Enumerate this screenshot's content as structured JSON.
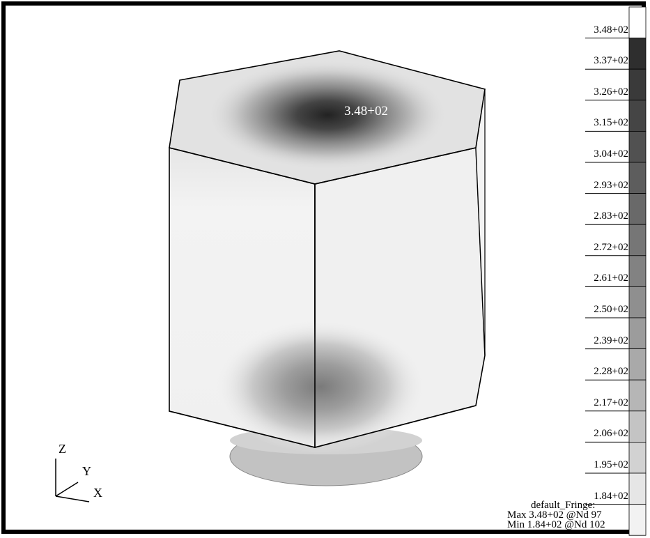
{
  "fringe": {
    "levels": [
      "3.48+02",
      "3.37+02",
      "3.26+02",
      "3.15+02",
      "3.04+02",
      "2.93+02",
      "2.83+02",
      "2.72+02",
      "2.61+02",
      "2.50+02",
      "2.39+02",
      "2.28+02",
      "2.17+02",
      "2.06+02",
      "1.95+02",
      "1.84+02"
    ],
    "colors": [
      "#ffffff",
      "#2e2e2e",
      "#3a3a3a",
      "#454545",
      "#515151",
      "#5d5d5d",
      "#696969",
      "#767676",
      "#828282",
      "#8f8f8f",
      "#9c9c9c",
      "#a9a9a9",
      "#b6b6b6",
      "#c4c4c4",
      "#d2d2d2",
      "#e6e6e6",
      "#f2f2f2"
    ]
  },
  "model": {
    "max_label": "3.48+02"
  },
  "axes": {
    "z": "Z",
    "y": "Y",
    "x": "X"
  },
  "footer": {
    "name": "default_Fringe:",
    "max": "Max 3.48+02 @Nd 97",
    "min": "Min 1.84+02 @Nd 102"
  }
}
